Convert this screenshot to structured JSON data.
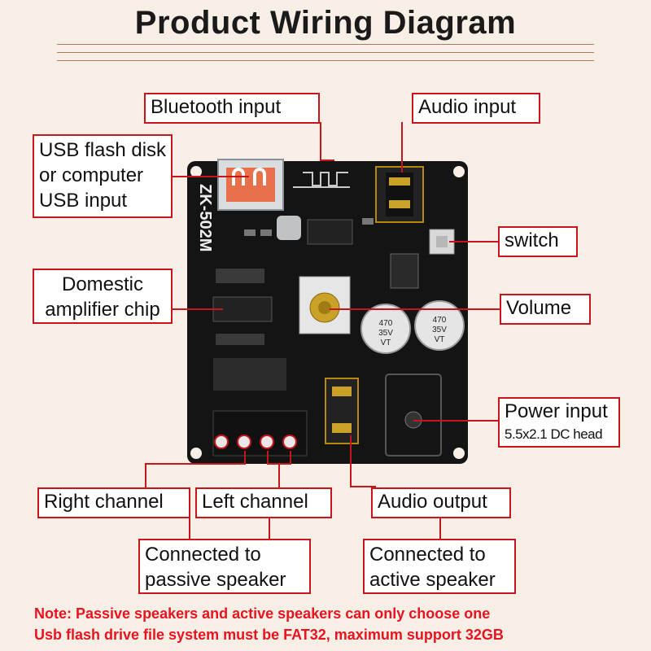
{
  "title": "Product Wiring Diagram",
  "labels": {
    "bluetooth": "Bluetooth input",
    "audio_input": "Audio input",
    "usb_line1": "USB flash disk",
    "usb_line2": "or computer",
    "usb_line3": "USB  input",
    "switch": "switch",
    "amp_line1": "Domestic",
    "amp_line2": "amplifier chip",
    "volume": "Volume",
    "power": "Power input",
    "power_sub": "5.5x2.1 DC head",
    "right_channel": "Right channel",
    "left_channel": "Left channel",
    "audio_output": "Audio output",
    "passive_line1": "Connected to",
    "passive_line2": "passive speaker",
    "active_line1": "Connected to",
    "active_line2": "active speaker"
  },
  "board": {
    "model": "ZK-502M",
    "cap_value": "470",
    "cap_voltage": "35V",
    "cap_series": "VT"
  },
  "notes": [
    "Note: Passive speakers and active speakers can only choose one",
    "Usb flash drive file system must be FAT32, maximum support 32GB"
  ],
  "colors": {
    "accent_red": "#c8151b",
    "note_red": "#e8131f",
    "board": "#141414",
    "background": "#f7eee6"
  }
}
